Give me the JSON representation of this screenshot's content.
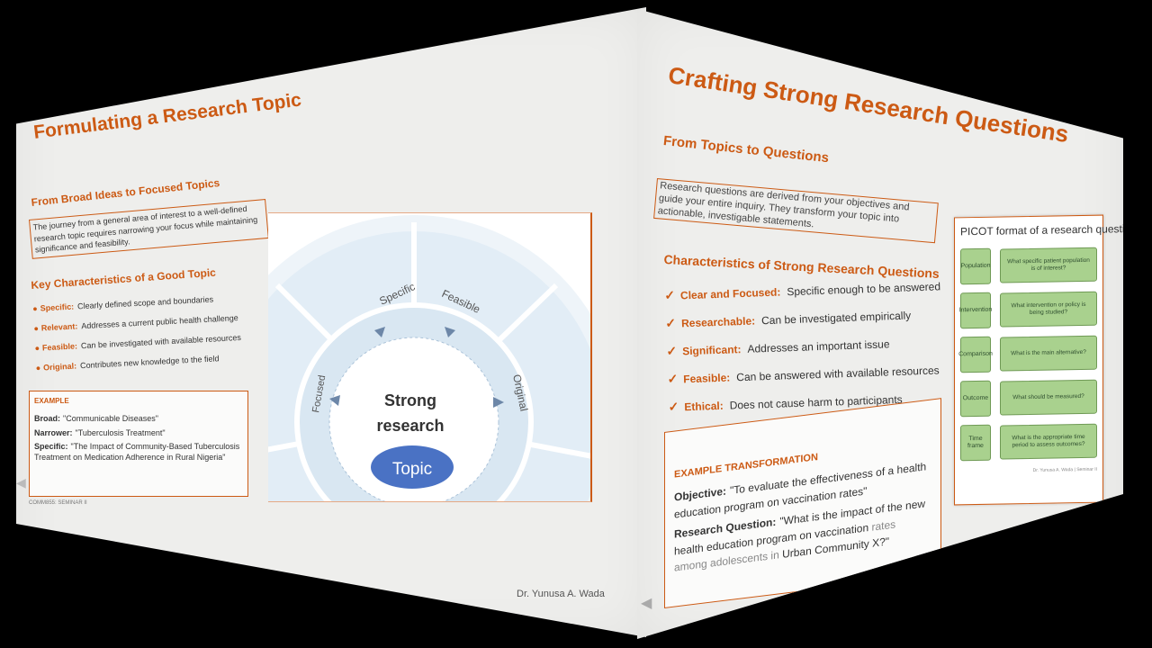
{
  "left_slide": {
    "title": "Formulating a Research Topic",
    "subtitle": "From Broad Ideas to Focused Topics",
    "intro": "The journey from a general area of interest to a well-defined research topic requires narrowing your focus while maintaining significance and feasibility.",
    "key_title": "Key Characteristics of a Good Topic",
    "characteristics": [
      {
        "term": "Specific:",
        "desc": "Clearly defined scope and boundaries"
      },
      {
        "term": "Relevant:",
        "desc": "Addresses a current public health challenge"
      },
      {
        "term": "Feasible:",
        "desc": "Can be investigated with available resources"
      },
      {
        "term": "Original:",
        "desc": "Contributes new knowledge to the field"
      }
    ],
    "example": {
      "label": "EXAMPLE",
      "rows": [
        {
          "key": "Broad:",
          "value": "\"Communicable Diseases\""
        },
        {
          "key": "Narrower:",
          "value": "\"Tuberculosis Treatment\""
        },
        {
          "key": "Specific:",
          "value": "\"The Impact of Community-Based Tuberculosis Treatment on Medication Adherence in Rural Nigeria\""
        }
      ]
    },
    "diagram": {
      "segments": [
        "Specific",
        "Feasible",
        "Focused",
        "Original"
      ],
      "center_line1": "Strong",
      "center_line2": "research",
      "center_pill": "Topic"
    },
    "footer_left": "COMM855: SEMINAR II",
    "footer_author": "Dr. Yunusa A. Wada"
  },
  "right_slide": {
    "title": "Crafting Strong Research Questions",
    "subtitle": "From Topics to Questions",
    "intro": "Research questions are derived from your objectives and guide your entire inquiry. They transform your topic into actionable, investigable statements.",
    "char_title": "Characteristics of Strong Research Questions",
    "characteristics": [
      {
        "term": "Clear and Focused:",
        "desc": "Specific enough to be answered"
      },
      {
        "term": "Researchable:",
        "desc": "Can be investigated empirically"
      },
      {
        "term": "Significant:",
        "desc": "Addresses an important issue"
      },
      {
        "term": "Feasible:",
        "desc": "Can be answered with available resources"
      },
      {
        "term": "Ethical:",
        "desc": "Does not cause harm to participants"
      }
    ],
    "example": {
      "label": "EXAMPLE TRANSFORMATION",
      "objective_key": "Objective:",
      "objective": "\"To evaluate the effectiveness of a health education program on vaccination rates\"",
      "question_key": "Research Question:",
      "question_a": "\"What is the impact of the new health education program on vaccination",
      "question_b": "rates among adolescents in",
      "question_c": "Urban Community X?\""
    },
    "picot": {
      "title": "PICOT format of a research question",
      "rows": [
        {
          "key": "Population",
          "question": "What specific patient population is of interest?"
        },
        {
          "key": "Intervention",
          "question": "What intervention or policy is being studied?"
        },
        {
          "key": "Comparison",
          "question": "What is the main alternative?"
        },
        {
          "key": "Outcome",
          "question": "What should be measured?"
        },
        {
          "key": "Time frame",
          "question": "What is the appropriate time period to assess outcomes?"
        }
      ],
      "footer": "Dr. Yunusa A. Wada | Seminar II"
    }
  },
  "colors": {
    "accent": "#cc5a14",
    "picot_green": "#a9d18e",
    "topic_blue": "#4a72c4"
  }
}
